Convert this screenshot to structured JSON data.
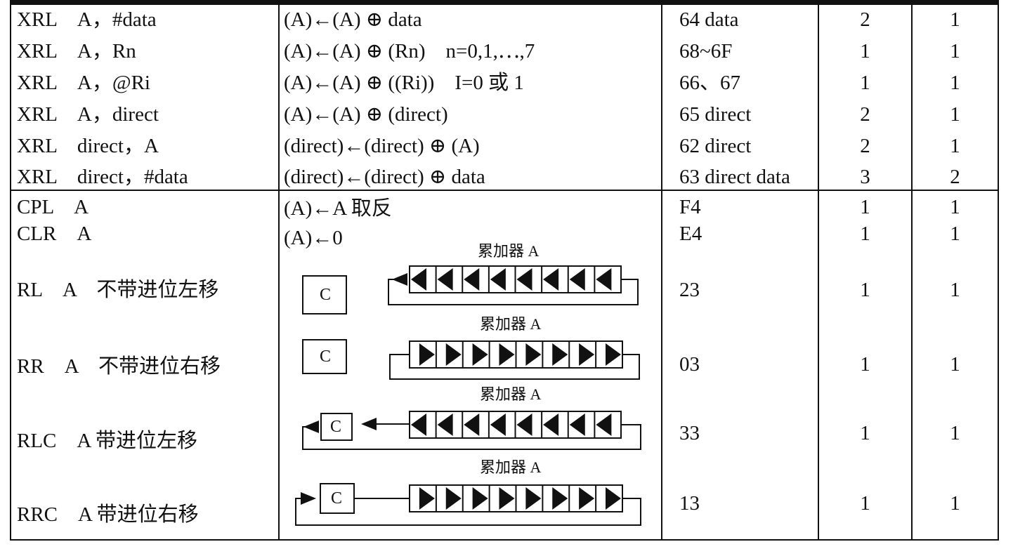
{
  "xrl_rows": [
    {
      "instr": "XRL　A，#data",
      "op": "(A)←(A) ⊕ data",
      "code": "64 data",
      "bytes": "2",
      "cycles": "1"
    },
    {
      "instr": "XRL　A，Rn",
      "op": "(A)←(A) ⊕ (Rn)　n=0,1,⋯,7",
      "code": "68~6F",
      "bytes": "1",
      "cycles": "1"
    },
    {
      "instr": "XRL　A，@Ri",
      "op": "(A)←(A) ⊕ ((Ri))　I=0 或 1",
      "code": "66、67",
      "bytes": "1",
      "cycles": "1"
    },
    {
      "instr": "XRL　A，direct",
      "op": "(A)←(A) ⊕ (direct)",
      "code": "65 direct",
      "bytes": "2",
      "cycles": "1"
    },
    {
      "instr": "XRL　direct，A",
      "op": "(direct)←(direct) ⊕ (A)",
      "code": "62 direct",
      "bytes": "2",
      "cycles": "1"
    },
    {
      "instr": "XRL　direct，#data",
      "op": "(direct)←(direct) ⊕ data",
      "code": "63 direct data",
      "bytes": "3",
      "cycles": "2"
    }
  ],
  "acc_rows": [
    {
      "instr": "CPL　A",
      "op": "(A)←A 取反",
      "code": "F4",
      "bytes": "1",
      "cycles": "1"
    },
    {
      "instr": "CLR　A",
      "op": "(A)←0",
      "code": "E4",
      "bytes": "1",
      "cycles": "1"
    }
  ],
  "rotate_rows": [
    {
      "instr": "RL　A　不带进位左移",
      "code": "23",
      "bytes": "1",
      "cycles": "1",
      "acc_label": "累加器 A",
      "carry_label": "C"
    },
    {
      "instr": "RR　A　不带进位右移",
      "code": "03",
      "bytes": "1",
      "cycles": "1",
      "acc_label": "累加器 A",
      "carry_label": "C"
    },
    {
      "instr": "RLC　A 带进位左移",
      "code": "33",
      "bytes": "1",
      "cycles": "1",
      "acc_label": "累加器 A",
      "carry_label": "C"
    },
    {
      "instr": "RRC　A 带进位右移",
      "code": "13",
      "bytes": "1",
      "cycles": "1",
      "acc_label": "累加器 A",
      "carry_label": "C"
    }
  ]
}
